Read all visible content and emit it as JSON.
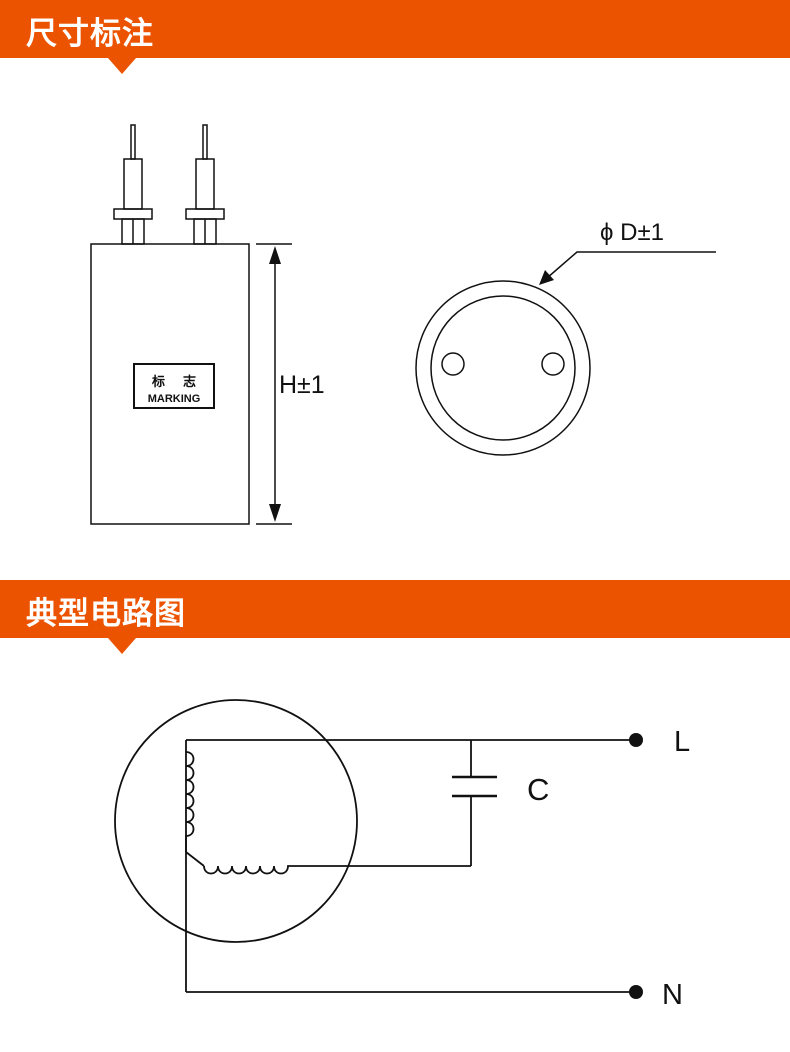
{
  "sections": [
    {
      "title": "尺寸标注",
      "capacitor_side": {
        "label_cn": "标    志",
        "label_en": "MARKING",
        "height_dim": "H±1"
      },
      "capacitor_top": {
        "diameter_dim": "ϕ D±1"
      }
    },
    {
      "title": "典型电路图",
      "circuit": {
        "terminal_l": "L",
        "terminal_n": "N",
        "capacitor_label": "C"
      }
    }
  ],
  "colors": {
    "banner": "#ec5300",
    "line": "#111111"
  }
}
